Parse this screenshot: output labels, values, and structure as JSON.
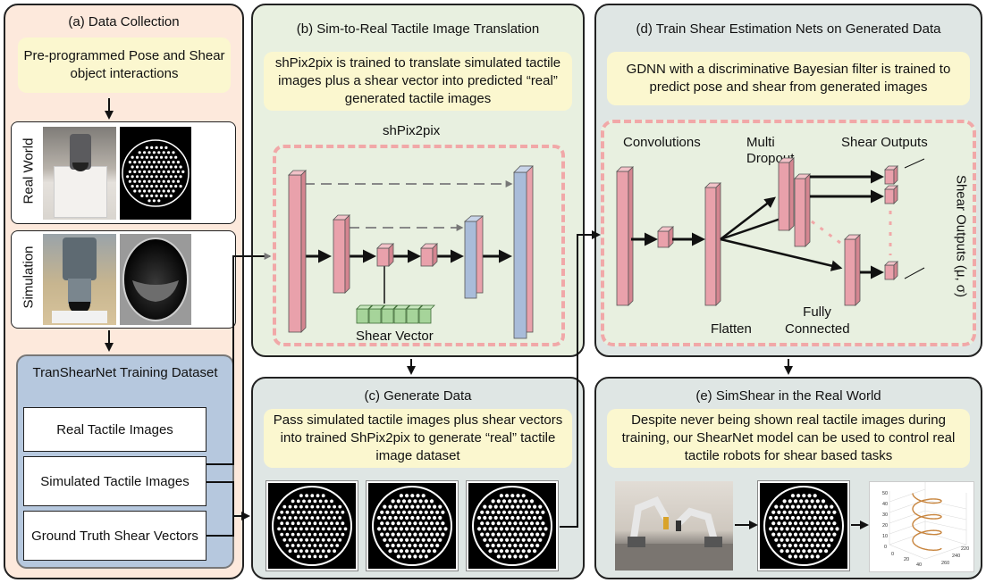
{
  "panel_a": {
    "title": "(a) Data Collection",
    "note": "Pre-programmed Pose and Shear object interactions",
    "real_label": "Real World",
    "sim_label": "Simulation"
  },
  "dataset": {
    "title": "TranShearNet Training Dataset",
    "items": [
      "Real Tactile Images",
      "Simulated Tactile Images",
      "Ground Truth Shear Vectors"
    ]
  },
  "panel_b": {
    "title": "(b) Sim-to-Real Tactile Image Translation",
    "note": "shPix2pix is trained to translate simulated tactile images plus a shear vector into predicted “real” generated tactile images",
    "net_label": "shPix2pix",
    "shear_vector": "Shear Vector"
  },
  "panel_c": {
    "title": "(c) Generate Data",
    "note": "Pass simulated tactile images plus shear vectors into trained ShPix2pix to generate “real” tactile image dataset"
  },
  "panel_d": {
    "title": "(d) Train Shear Estimation Nets on Generated Data",
    "note": "GDNN with a discriminative Bayesian filter is trained to predict pose and shear from generated images",
    "convolutions": "Convolutions",
    "multi_dropout": "Multi Dropout",
    "shear_outputs": "Shear Outputs",
    "flatten": "Flatten",
    "fully_connected": "Fully Connected",
    "side_label": "Shear Outputs (μ, σ)"
  },
  "panel_e": {
    "title": "(e) SimShear in the Real World",
    "note": "Despite never being shown real tactile images during training, our ShearNet model can be used to control real tactile robots for shear based tasks",
    "plot_ticks": {
      "z": [
        "50",
        "40",
        "30",
        "20",
        "10",
        "0"
      ],
      "x": [
        "0",
        "20",
        "40"
      ],
      "y": [
        "220",
        "240",
        "260"
      ]
    }
  },
  "colors": {
    "panel_a_bg": "#fde9dc",
    "panel_bcd_bg": "#e8f0e0",
    "panel_grey_bg": "#dfe6e4",
    "dataset_bg": "#b6c8de",
    "note_bg": "#fbf7cf",
    "layer_pink": "#e9a1ab",
    "layer_blue": "#a9bcd9",
    "shear_green": "#a6d49a",
    "dash_pink": "#f1a8a8"
  }
}
